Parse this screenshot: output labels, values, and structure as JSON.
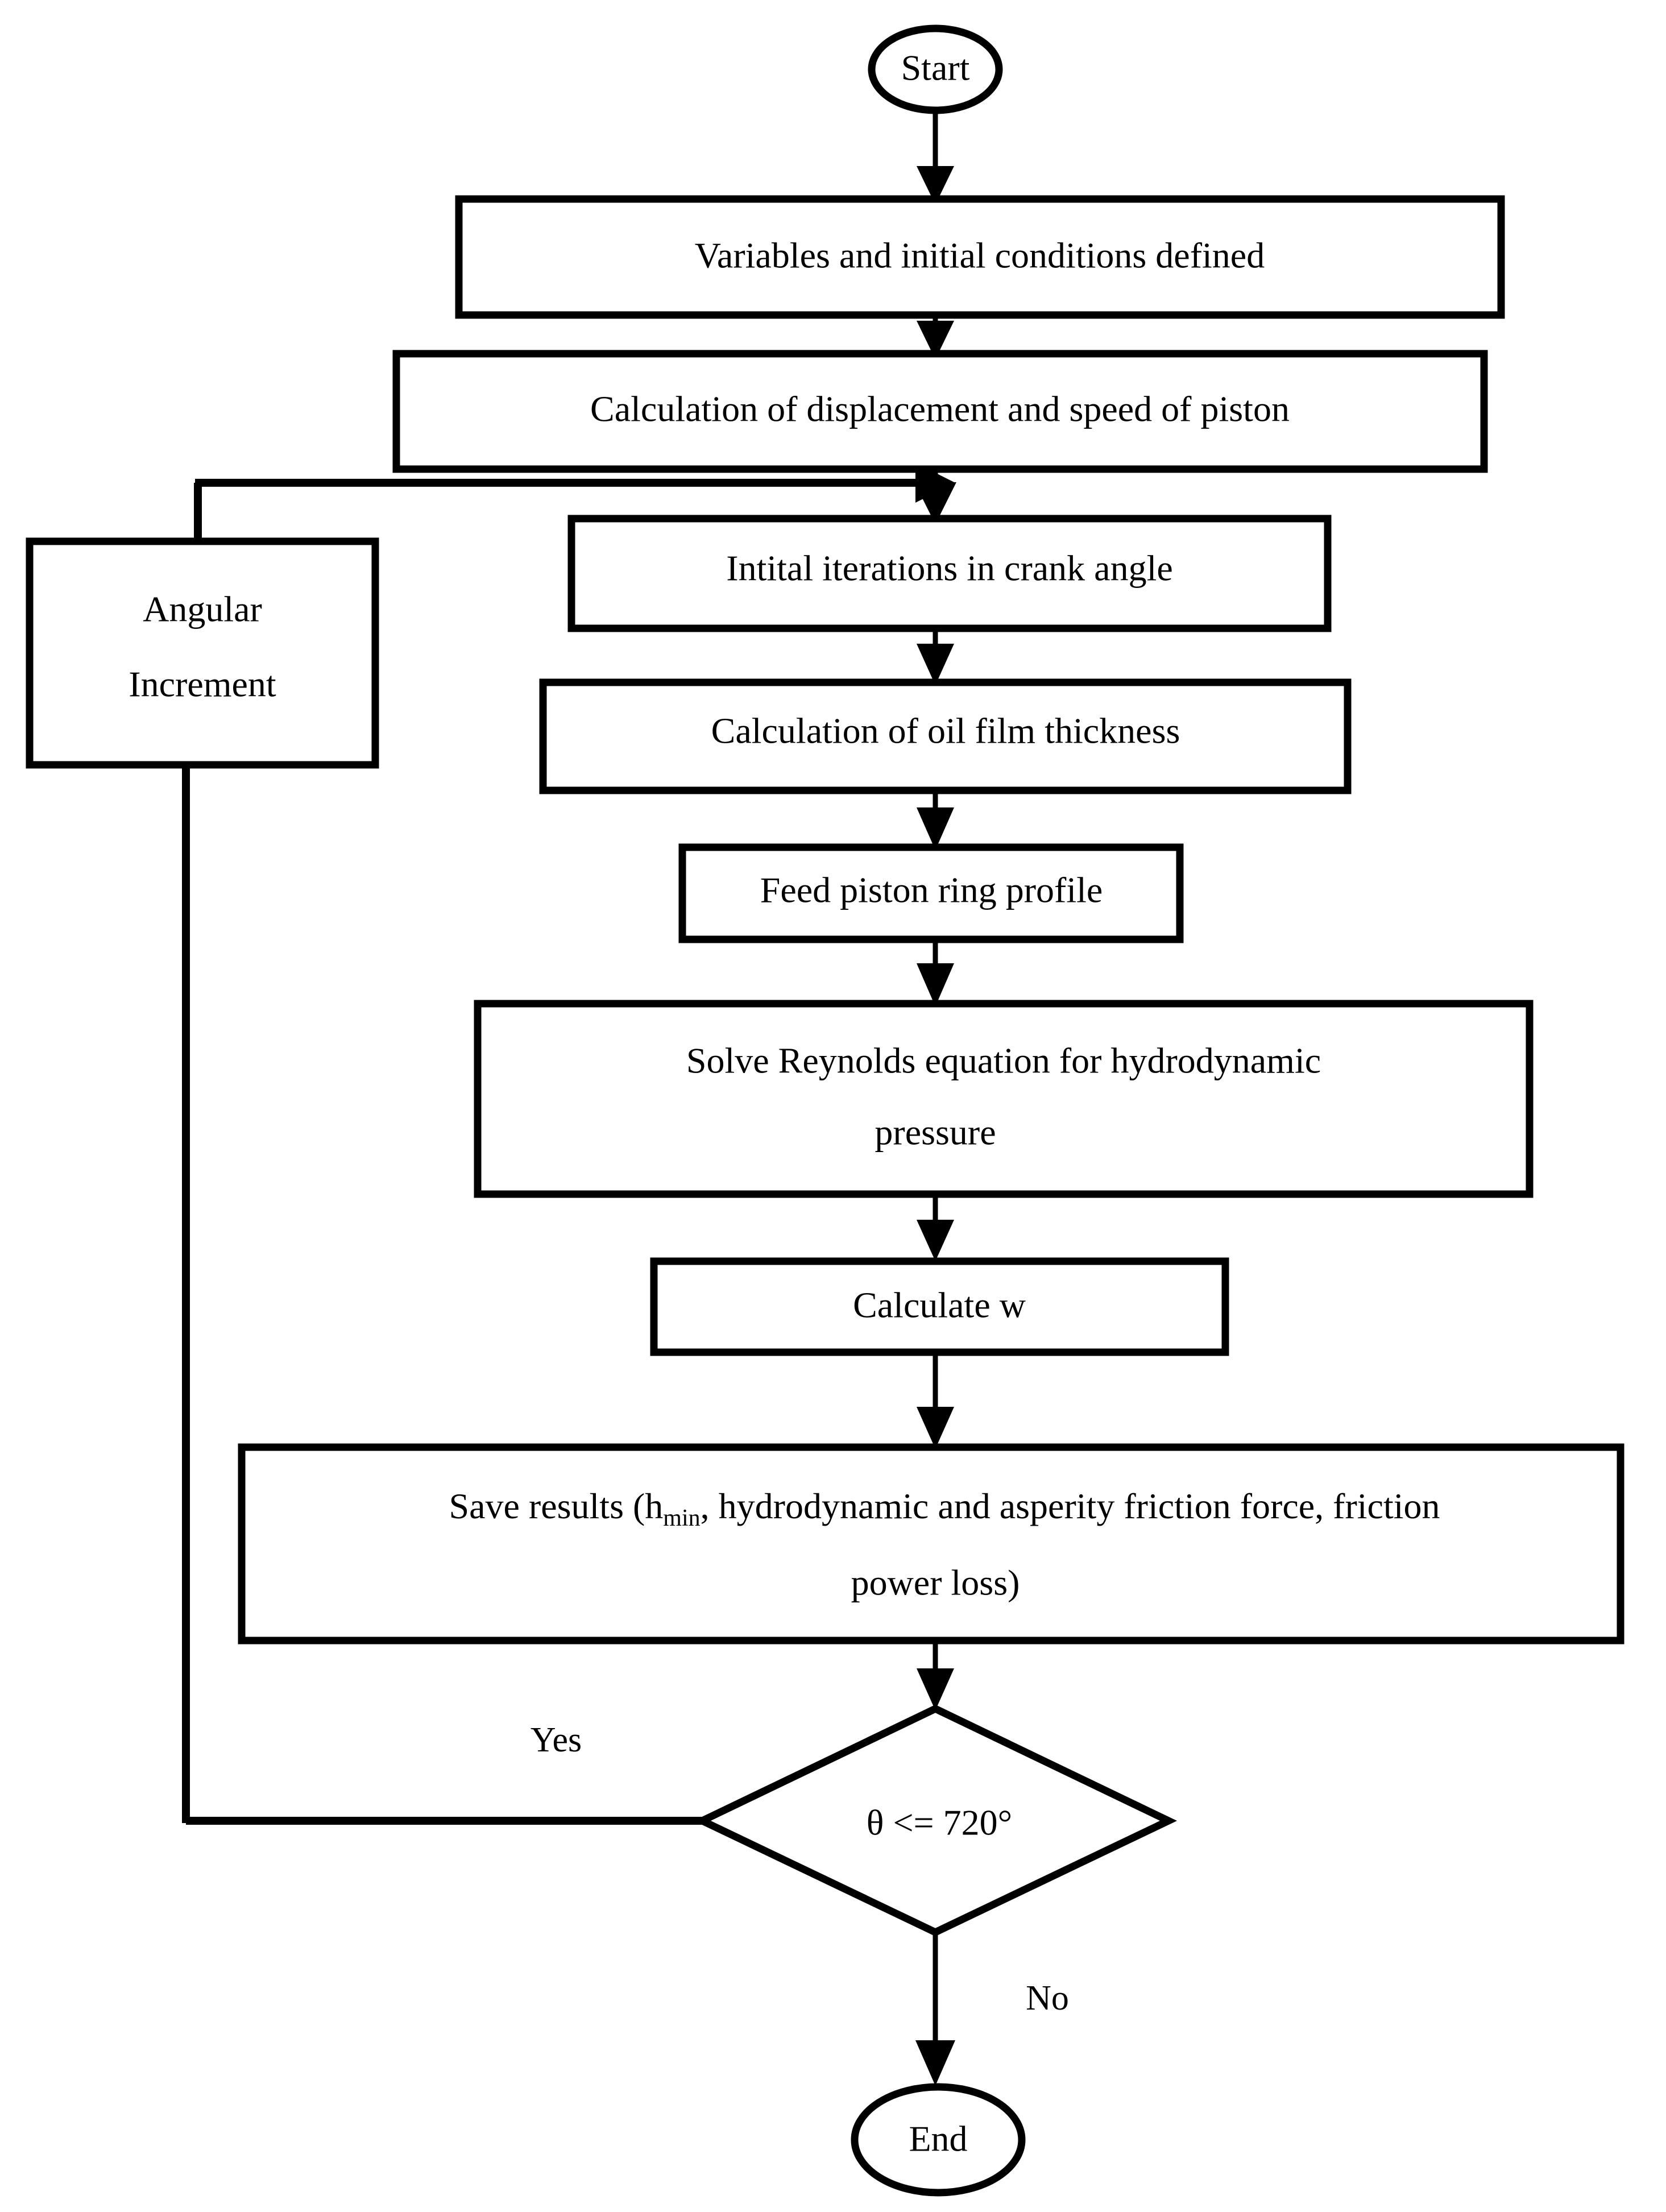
{
  "diagram": {
    "type": "flowchart",
    "title": "Piston ring lubrication simulation flowchart",
    "orientation": "top-to-bottom",
    "background_color": "#ffffff",
    "line_color": "#000000",
    "text_color": "#000000"
  },
  "nodes": {
    "start": {
      "id": "start",
      "shape": "ellipse",
      "label": "Start"
    },
    "variables": {
      "id": "variables",
      "shape": "rectangle",
      "label": "Variables and initial conditions defined"
    },
    "displacement": {
      "id": "displacement",
      "shape": "rectangle",
      "label": "Calculation of displacement and speed of piston"
    },
    "angular_increment": {
      "id": "angular_increment",
      "shape": "rectangle",
      "label_line1": "Angular",
      "label_line2": "Increment"
    },
    "iterations": {
      "id": "iterations",
      "shape": "rectangle",
      "label": "Intital iterations in crank angle"
    },
    "oil_film": {
      "id": "oil_film",
      "shape": "rectangle",
      "label": "Calculation of oil film thickness"
    },
    "ring_profile": {
      "id": "ring_profile",
      "shape": "rectangle",
      "label": "Feed piston ring profile"
    },
    "reynolds": {
      "id": "reynolds",
      "shape": "rectangle",
      "label_line1": "Solve Reynolds equation for hydrodynamic",
      "label_line2": "pressure"
    },
    "calculate_w": {
      "id": "calculate_w",
      "shape": "rectangle",
      "label": "Calculate w"
    },
    "save_results": {
      "id": "save_results",
      "shape": "rectangle",
      "label_line1_a": "Save results (h",
      "label_line1_sub": "min",
      "label_line1_b": ", hydrodynamic and asperity friction force, friction",
      "label_line2": "power loss)"
    },
    "decision": {
      "id": "decision",
      "shape": "diamond",
      "label": "θ <= 720°"
    },
    "end": {
      "id": "end",
      "shape": "ellipse",
      "label": "End"
    }
  },
  "edges": {
    "yes_label": "Yes",
    "no_label": "No",
    "list": [
      {
        "from": "start",
        "to": "variables",
        "label": ""
      },
      {
        "from": "variables",
        "to": "displacement",
        "label": ""
      },
      {
        "from": "displacement",
        "to": "iterations",
        "label": ""
      },
      {
        "from": "iterations",
        "to": "oil_film",
        "label": ""
      },
      {
        "from": "oil_film",
        "to": "ring_profile",
        "label": ""
      },
      {
        "from": "ring_profile",
        "to": "reynolds",
        "label": ""
      },
      {
        "from": "reynolds",
        "to": "calculate_w",
        "label": ""
      },
      {
        "from": "calculate_w",
        "to": "save_results",
        "label": ""
      },
      {
        "from": "save_results",
        "to": "decision",
        "label": ""
      },
      {
        "from": "decision",
        "to": "angular_increment",
        "label": "Yes"
      },
      {
        "from": "angular_increment",
        "to": "iterations",
        "label": ""
      },
      {
        "from": "decision",
        "to": "end",
        "label": "No"
      }
    ]
  }
}
